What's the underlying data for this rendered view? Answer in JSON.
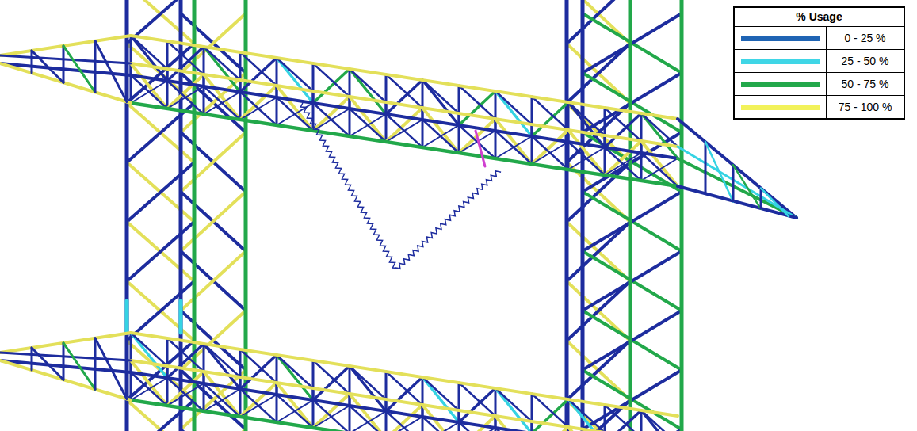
{
  "diagram": {
    "labels": [
      "% Usage"
    ],
    "legend": [
      {
        "text": "0 - 25 %",
        "color": "#1f64b4"
      },
      {
        "text": "25 - 50 %",
        "color": "#3fd6e6"
      },
      {
        "text": "50 - 75 %",
        "color": "#22a84a"
      },
      {
        "text": "75 - 100 %",
        "color": "#f2f25a"
      }
    ]
  }
}
